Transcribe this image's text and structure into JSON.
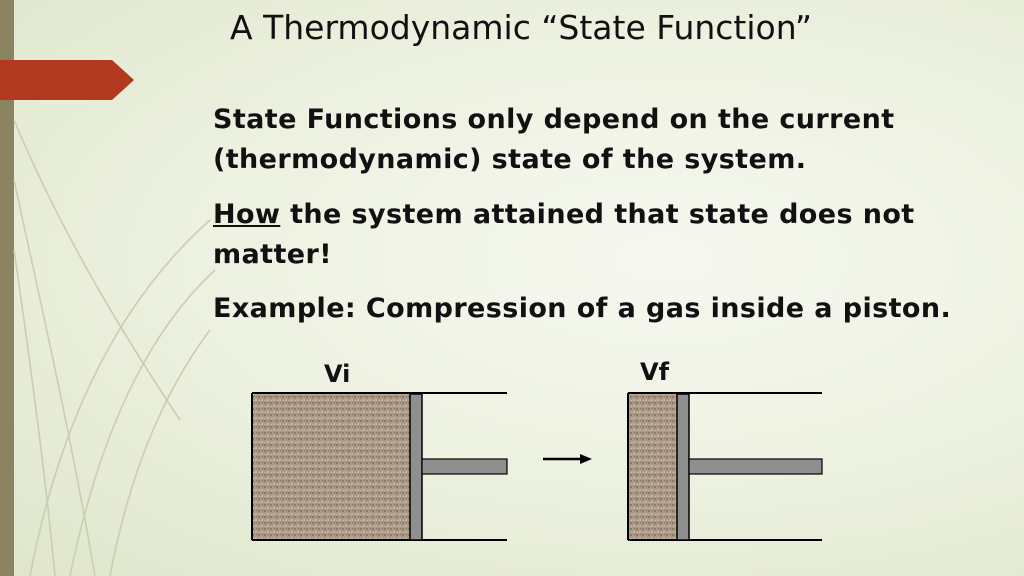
{
  "slide": {
    "title": "A Thermodynamic “State Function”",
    "paragraph1": "State Functions only depend on the current (thermodynamic) state of the system.",
    "paragraph2_underlined": "How",
    "paragraph2_rest": " the system attained that state does not matter!",
    "paragraph3": "Example: Compression of a gas inside a piston."
  },
  "diagram": {
    "initial_label": "Vi",
    "final_label": "Vf"
  },
  "colors": {
    "accent": "#b0391f",
    "left_bar": "#8a8460",
    "piston": "#8f8f8f",
    "gas": "#a99985"
  }
}
